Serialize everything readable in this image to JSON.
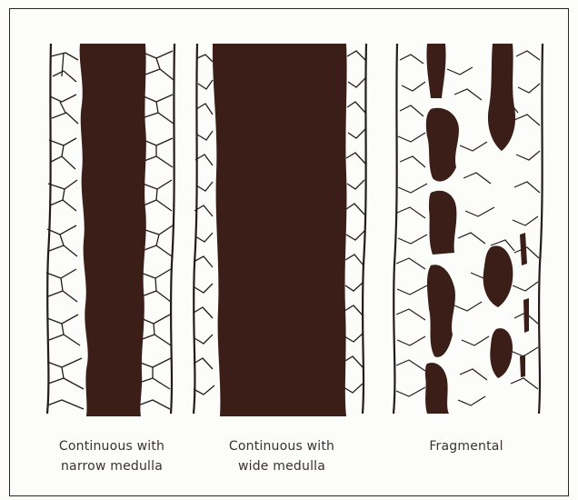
{
  "panels": [
    {
      "id": "narrow",
      "caption_lines": [
        "Continuous  with",
        "narrow medulla"
      ]
    },
    {
      "id": "wide",
      "caption_lines": [
        "Continuous  with",
        "wide medulla"
      ]
    },
    {
      "id": "fragmental",
      "caption_lines": [
        "Fragmental"
      ]
    }
  ],
  "colors": {
    "medulla": "#3b1e18",
    "ink": "#241c1a",
    "paper": "#fcfcfa"
  }
}
